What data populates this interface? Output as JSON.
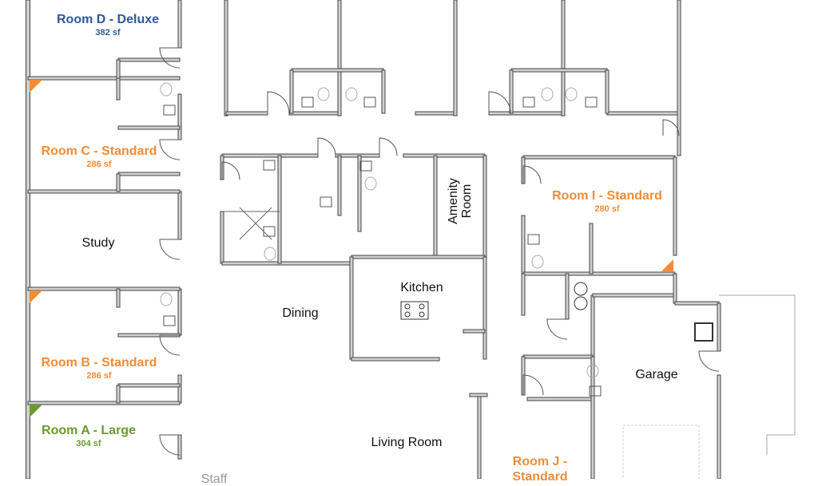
{
  "colors": {
    "deluxe": "#2e5a9a",
    "standard": "#f28c38",
    "large": "#6a9a2e",
    "wall": "#555555"
  },
  "rooms": [
    {
      "name": "Room D - Deluxe",
      "area": "382 sf",
      "type": "deluxe"
    },
    {
      "name": "Room C - Standard",
      "area": "286 sf",
      "type": "standard"
    },
    {
      "name": "Room B - Standard",
      "area": "286 sf",
      "type": "standard"
    },
    {
      "name": "Room A - Large",
      "area": "304 sf",
      "type": "large"
    },
    {
      "name": "Room I - Standard",
      "area": "280 sf",
      "type": "standard"
    },
    {
      "name": "Room J - Standard",
      "type": "standard"
    }
  ],
  "spaces": {
    "study": "Study",
    "dining": "Dining",
    "kitchen": "Kitchen",
    "amenity": "Amenity Room",
    "garage": "Garage",
    "living": "Living Room",
    "staff": "Staff"
  }
}
